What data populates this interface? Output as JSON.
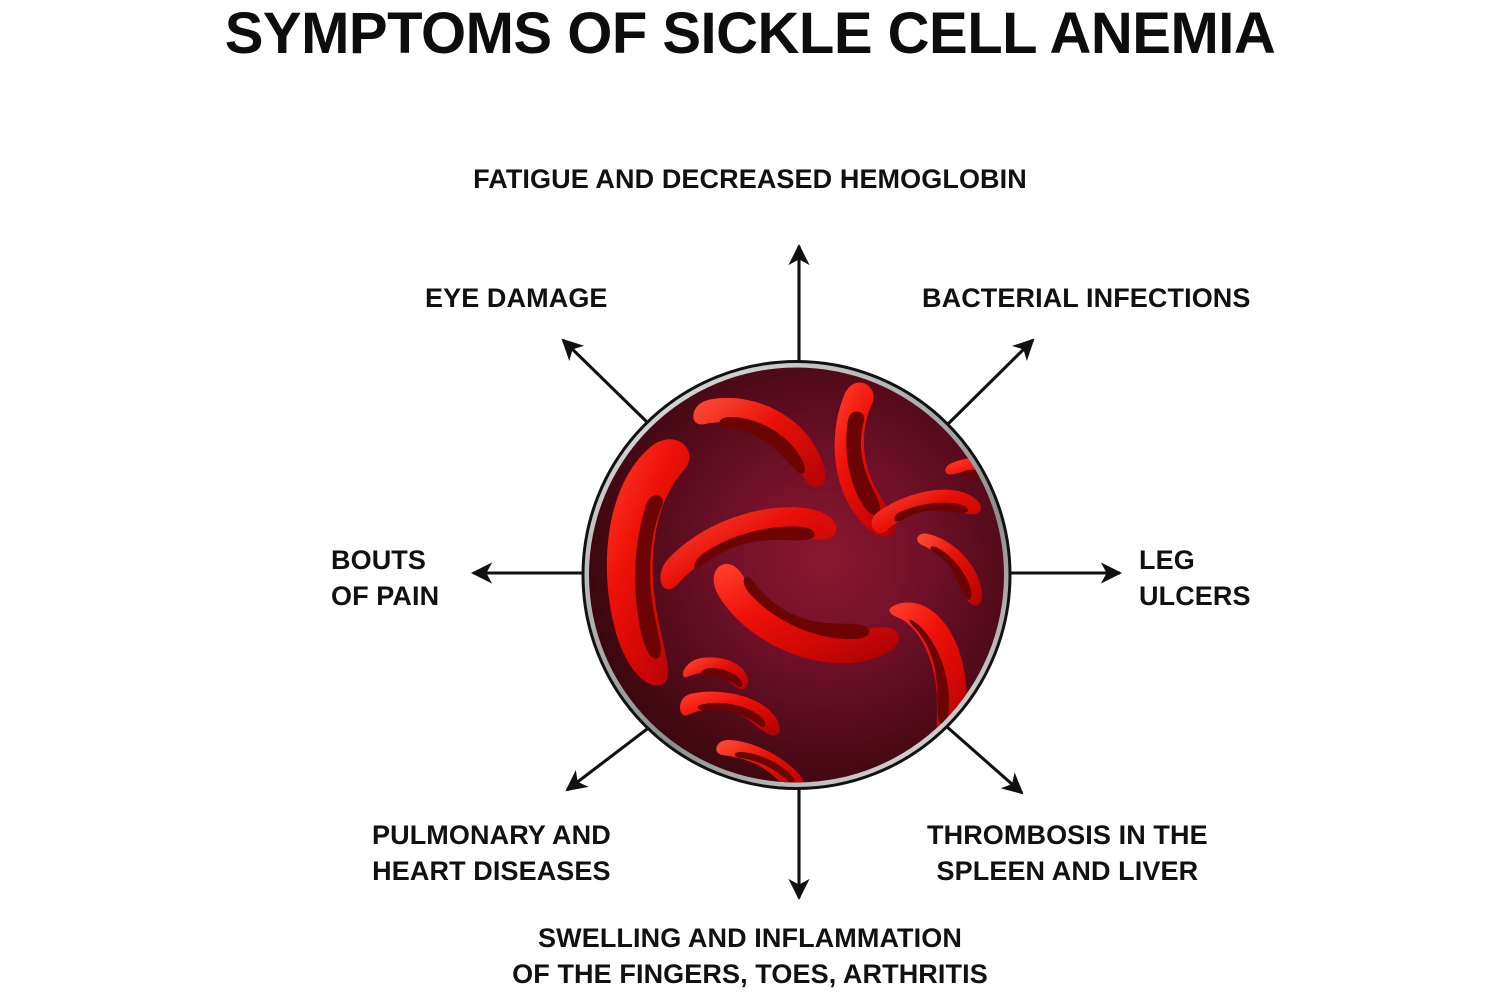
{
  "title": "SYMPTOMS OF SICKLE CELL ANEMIA",
  "diagram": {
    "center_graphic": "sickle-cell-blood-drop",
    "description": "Dark red circular blood sample containing sickle-shaped red blood cells",
    "colors": {
      "background": "#ffffff",
      "text": "#111111",
      "circle_rim": "#151515",
      "circle_highlight": "#c9c9c9",
      "circle_dark": "#3a0710",
      "circle_mid": "#5e0d1c",
      "circle_light": "#7d1328",
      "cell_bright": "#f01010",
      "cell_mid": "#d00b0b",
      "cell_dark": "#7e0505",
      "arrow": "#111111"
    }
  },
  "symptoms": [
    {
      "id": "fatigue",
      "lines": [
        "FATIGUE AND DECREASED HEMOGLOBIN"
      ],
      "direction": "up"
    },
    {
      "id": "eye",
      "lines": [
        "EYE DAMAGE"
      ],
      "direction": "up-left"
    },
    {
      "id": "bacterial",
      "lines": [
        "BACTERIAL INFECTIONS"
      ],
      "direction": "up-right"
    },
    {
      "id": "bouts",
      "lines": [
        "BOUTS",
        "OF PAIN"
      ],
      "direction": "left"
    },
    {
      "id": "leg",
      "lines": [
        "LEG",
        "ULCERS"
      ],
      "direction": "right"
    },
    {
      "id": "pulmonary",
      "lines": [
        "PULMONARY AND",
        "HEART DISEASES"
      ],
      "direction": "down-left"
    },
    {
      "id": "thrombosis",
      "lines": [
        "THROMBOSIS IN THE",
        "SPLEEN AND LIVER"
      ],
      "direction": "down-right"
    },
    {
      "id": "swelling",
      "lines": [
        "SWELLING AND INFLAMMATION",
        "OF THE FINGERS, TOES, ARTHRITIS"
      ],
      "direction": "down"
    }
  ]
}
